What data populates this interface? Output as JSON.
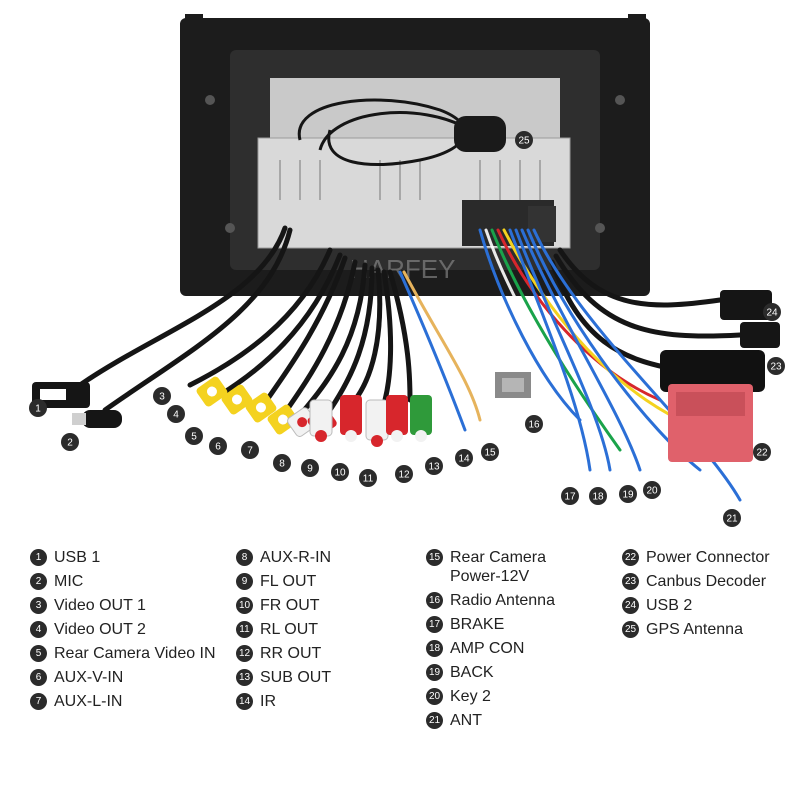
{
  "brand_watermark": "HARFEY",
  "legend": {
    "col1": [
      {
        "num": "1",
        "label": "USB 1"
      },
      {
        "num": "2",
        "label": "MIC"
      },
      {
        "num": "3",
        "label": "Video OUT 1"
      },
      {
        "num": "4",
        "label": "Video OUT 2"
      },
      {
        "num": "5",
        "label": "Rear Camera Video IN"
      },
      {
        "num": "6",
        "label": "AUX-V-IN"
      },
      {
        "num": "7",
        "label": "AUX-L-IN"
      }
    ],
    "col2": [
      {
        "num": "8",
        "label": "AUX-R-IN"
      },
      {
        "num": "9",
        "label": "FL OUT"
      },
      {
        "num": "10",
        "label": "FR OUT"
      },
      {
        "num": "11",
        "label": "RL OUT"
      },
      {
        "num": "12",
        "label": "RR OUT"
      },
      {
        "num": "13",
        "label": "SUB OUT"
      },
      {
        "num": "14",
        "label": "IR"
      }
    ],
    "col3": [
      {
        "num": "15",
        "label": "Rear Camera",
        "label2": "Power-12V"
      },
      {
        "num": "16",
        "label": "Radio Antenna"
      },
      {
        "num": "17",
        "label": "BRAKE"
      },
      {
        "num": "18",
        "label": "AMP CON"
      },
      {
        "num": "19",
        "label": "BACK"
      },
      {
        "num": "20",
        "label": "Key 2"
      },
      {
        "num": "21",
        "label": "ANT"
      }
    ],
    "col4": [
      {
        "num": "22",
        "label": "Power Connector"
      },
      {
        "num": "23",
        "label": "Canbus Decoder"
      },
      {
        "num": "24",
        "label": "USB 2"
      },
      {
        "num": "25",
        "label": "GPS Antenna"
      }
    ]
  },
  "callouts": [
    "1",
    "2",
    "3",
    "4",
    "5",
    "6",
    "7",
    "8",
    "9",
    "10",
    "11",
    "12",
    "13",
    "14",
    "15",
    "16",
    "17",
    "18",
    "19",
    "20",
    "21",
    "22",
    "23",
    "24",
    "25"
  ],
  "colors": {
    "frame": "#1c1c1c",
    "unit": "#d9d9d9",
    "cable": "#151515",
    "rca_yellow": "#f4d21f",
    "rca_red": "#d7262c",
    "rca_white": "#f2f2f2",
    "rca_green": "#2f9a3a",
    "power_connector": "#e0616b",
    "wire_blue": "#2b6fd6"
  }
}
